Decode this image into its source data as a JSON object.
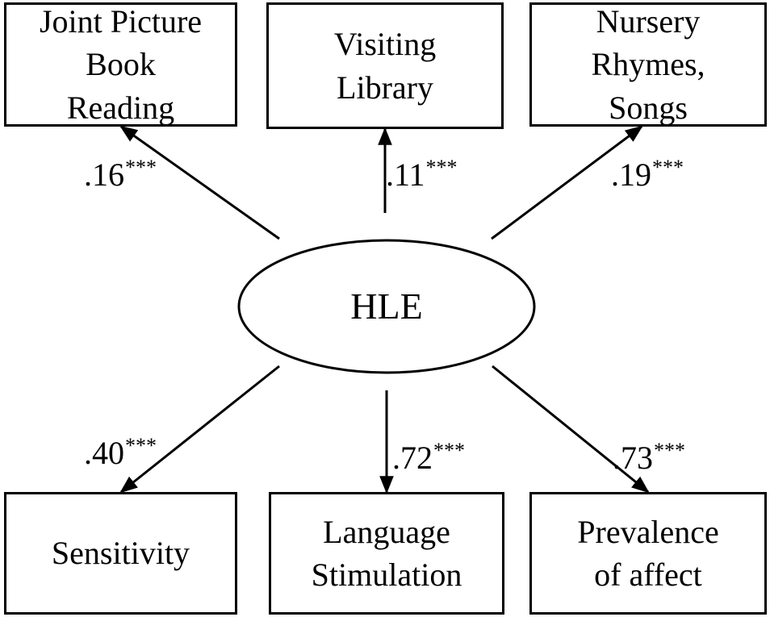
{
  "latent": {
    "label": "HLE"
  },
  "indicators": {
    "top_left": {
      "lines": [
        "Joint Picture",
        "Book",
        "Reading"
      ],
      "coefficient": ".16",
      "significance": "***"
    },
    "top_center": {
      "lines": [
        "Visiting",
        "Library"
      ],
      "coefficient": ".11",
      "significance": "***"
    },
    "top_right": {
      "lines": [
        "Nursery",
        "Rhymes,",
        "Songs"
      ],
      "coefficient": ".19",
      "significance": "***"
    },
    "bottom_left": {
      "lines": [
        "Sensitivity"
      ],
      "coefficient": ".40",
      "significance": "***"
    },
    "bottom_center": {
      "lines": [
        "Language",
        "Stimulation"
      ],
      "coefficient": ".72",
      "significance": "***"
    },
    "bottom_right": {
      "lines": [
        "Prevalence",
        "of affect"
      ],
      "coefficient": ".73",
      "significance": "***"
    }
  }
}
